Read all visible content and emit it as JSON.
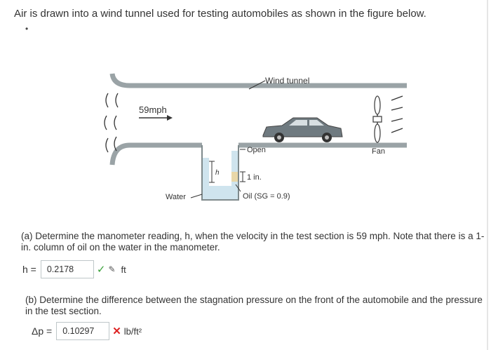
{
  "question": {
    "intro": "Air is drawn into a wind tunnel used for testing automobiles as shown in the figure below.",
    "bullet": "•"
  },
  "figure": {
    "wind_tunnel_label": "Wind tunnel",
    "speed_label": "59mph",
    "open_label": "Open",
    "fan_label": "Fan",
    "water_label": "Water",
    "h_label": "h",
    "oil_height_label": "1 in.",
    "oil_label": "Oil (SG = 0.9)"
  },
  "part_a": {
    "text": "(a) Determine the manometer reading, h, when the velocity in the test section is 59 mph. Note that there is a 1-in. column of oil on the water in the manometer.",
    "answer_label": "h =",
    "answer_value": "0.2178",
    "status": "correct",
    "unit": "ft"
  },
  "part_b": {
    "text": "(b) Determine the difference between the stagnation pressure on the front of the automobile and the pressure in the test section.",
    "answer_label": "Δp =",
    "answer_value": "0.10297",
    "status": "incorrect",
    "unit": "lb/ft²"
  },
  "icons": {
    "correct": "check-icon",
    "incorrect": "x-icon",
    "feedback": "pencil-icon"
  }
}
